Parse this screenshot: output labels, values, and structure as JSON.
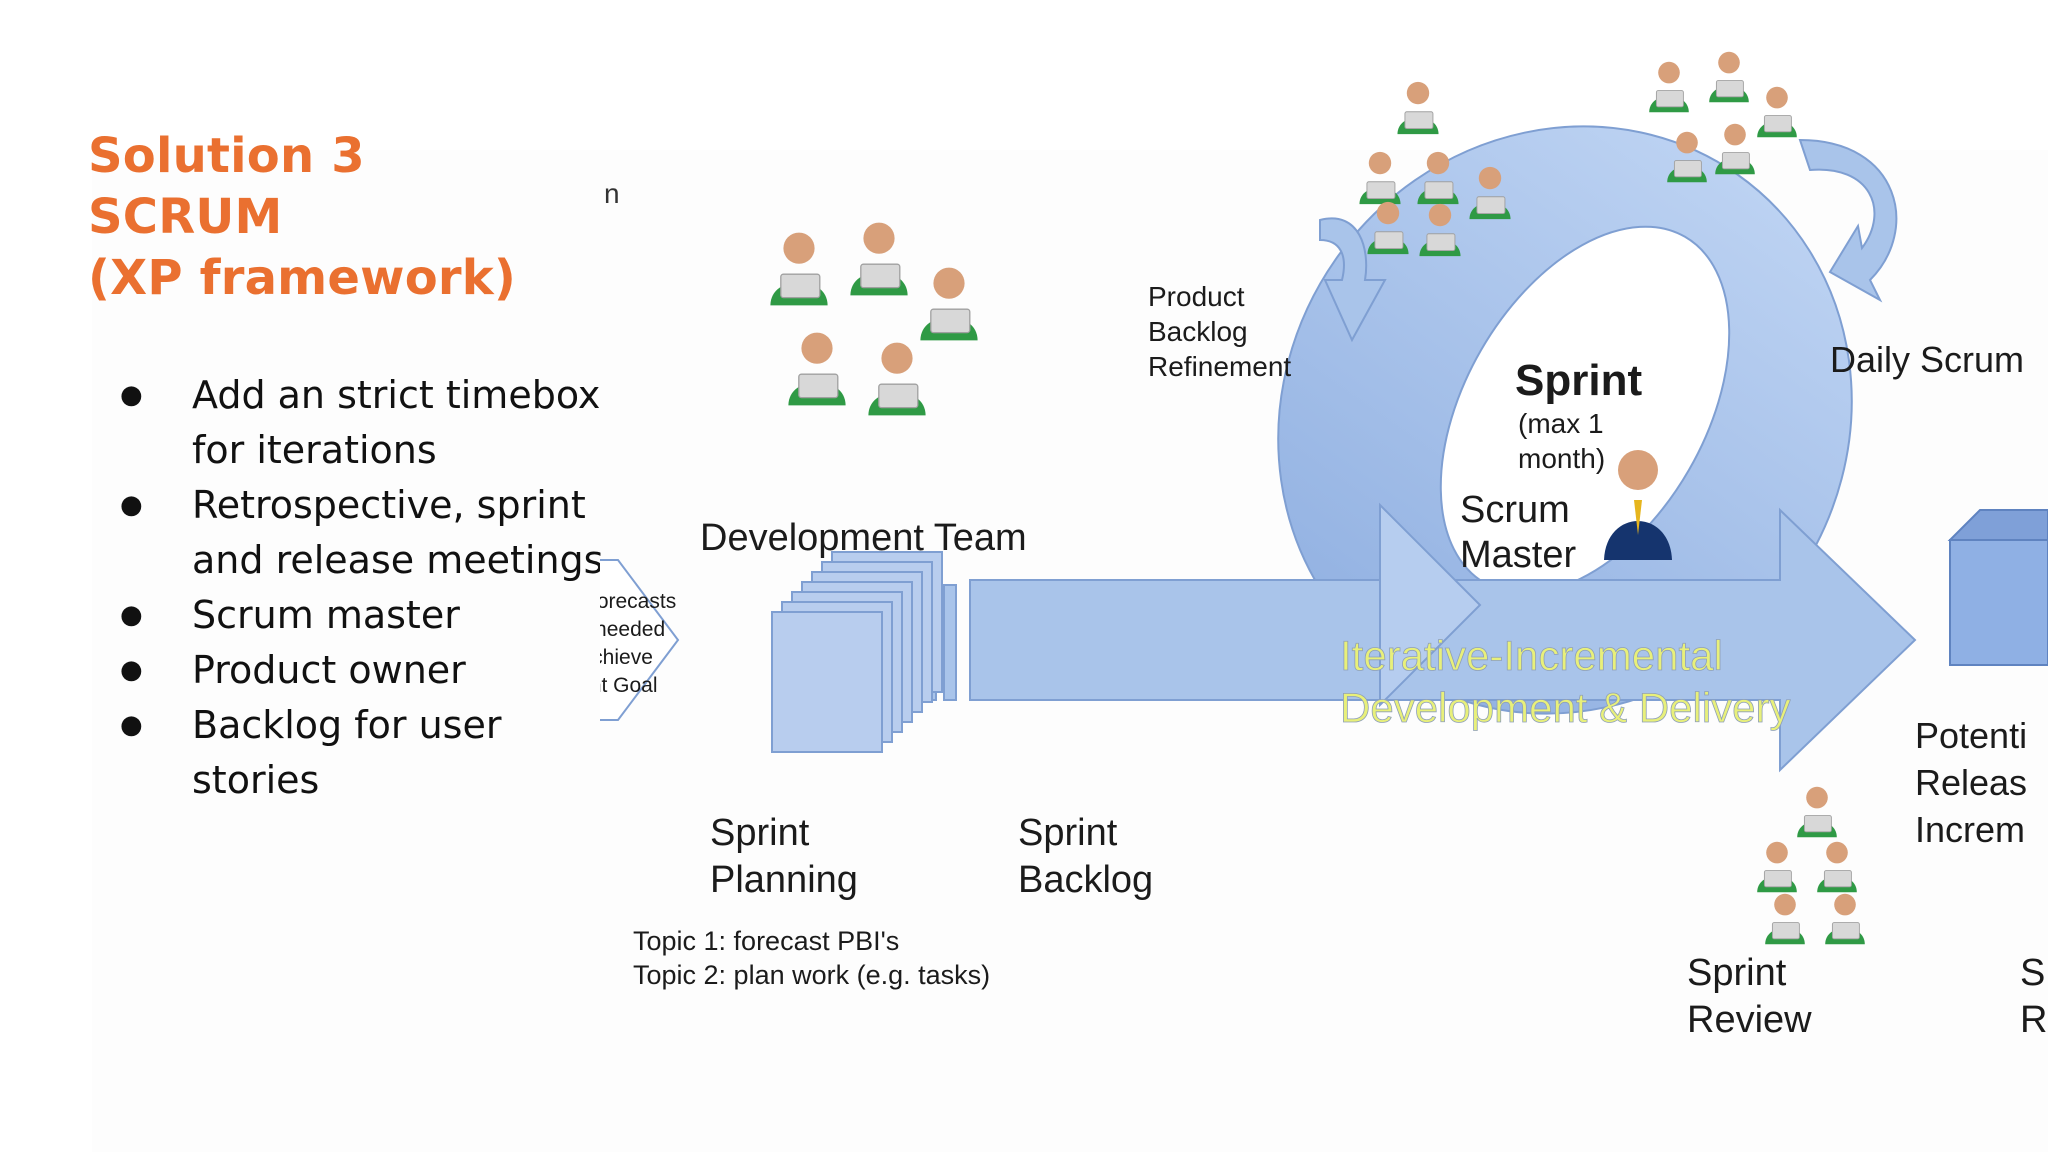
{
  "slide": {
    "title": [
      "Solution 3",
      "SCRUM",
      "(XP framework)"
    ],
    "bullets": [
      "Add an strict timebox for iterations",
      "Retrospective, sprint and release meetings",
      "Scrum master",
      "Product owner",
      "Backlog for user stories"
    ],
    "stray_char": "n"
  },
  "colors": {
    "title": "#ea7030",
    "arrow_fill": "#a9c4ea",
    "arrow_stroke": "#7f9fd2",
    "text_highlight": "#e8f07a"
  },
  "diagram": {
    "development_team": "Development Team",
    "planning_box": [
      "Team forecasts",
      "work needed",
      "to achieve",
      "Sprint Goal"
    ],
    "sprint_planning": [
      "Sprint",
      "Planning"
    ],
    "sprint_backlog": [
      "Sprint",
      "Backlog"
    ],
    "topics": [
      "Topic 1: forecast PBI's",
      "Topic 2: plan work (e.g. tasks)"
    ],
    "product_backlog_refinement": [
      "Product",
      "Backlog",
      "Refinement"
    ],
    "sprint": "Sprint",
    "sprint_duration": [
      "(max 1",
      "month)"
    ],
    "scrum_master": [
      "Scrum",
      "Master"
    ],
    "daily_scrum": "Daily Scrum",
    "big_arrow": [
      "Iterative-Incremental",
      "Development & Delivery"
    ],
    "increment": [
      "Potenti",
      "Releas",
      "Increm"
    ],
    "sprint_review": [
      "Sprint",
      "Review"
    ],
    "sprint_retro_cut": [
      "S",
      "R"
    ]
  }
}
